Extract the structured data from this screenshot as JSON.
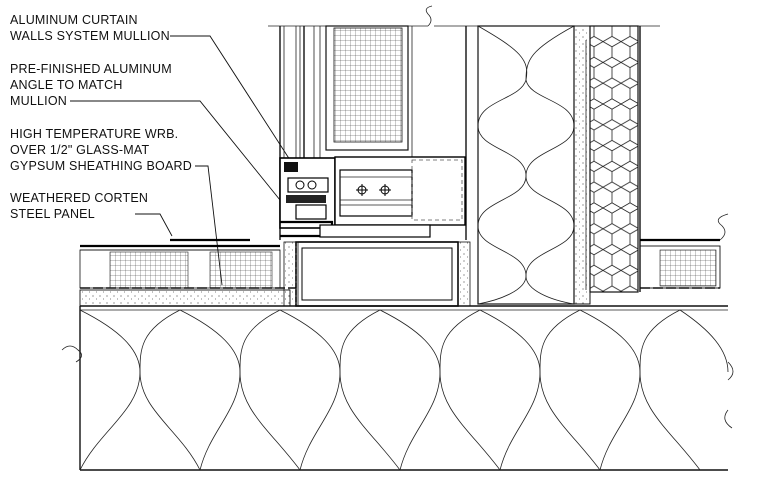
{
  "labels": [
    {
      "line1": "ALUMINUM CURTAIN",
      "line2": "WALLS SYSTEM MULLION",
      "line3": ""
    },
    {
      "line1": "PRE-FINISHED ALUMINUM",
      "line2": "ANGLE TO MATCH",
      "line3": "MULLION"
    },
    {
      "line1": "HIGH TEMPERATURE WRB.",
      "line2": "OVER 1/2\" GLASS-MAT",
      "line3": "GYPSUM SHEATHING BOARD"
    },
    {
      "line1": "WEATHERED CORTEN",
      "line2": "STEEL PANEL",
      "line3": ""
    }
  ]
}
